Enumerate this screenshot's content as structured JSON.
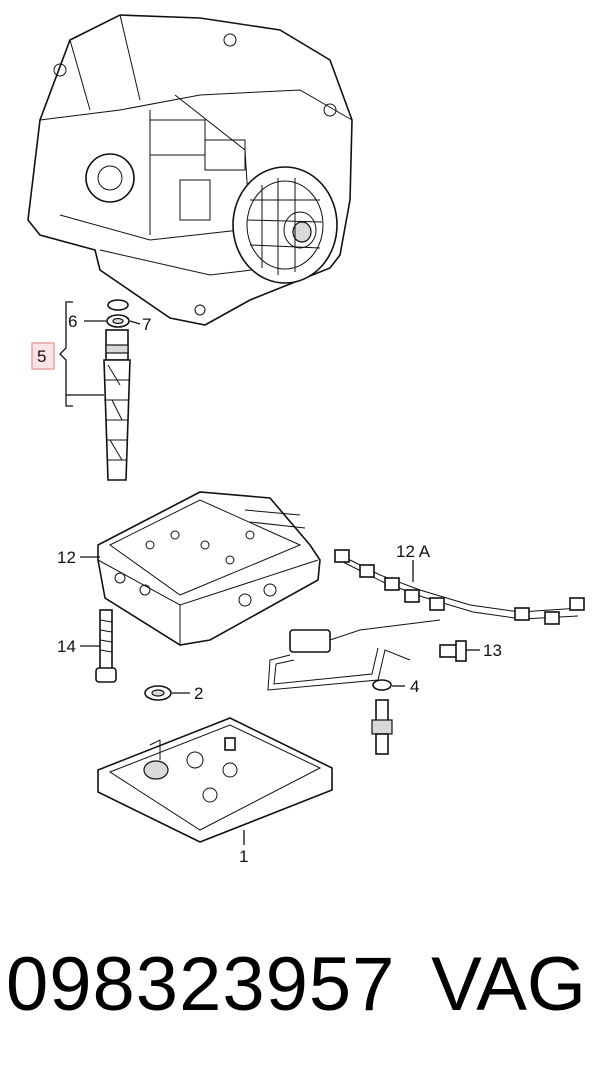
{
  "diagram": {
    "callouts": [
      {
        "id": "1",
        "label": "1"
      },
      {
        "id": "2",
        "label": "2"
      },
      {
        "id": "4",
        "label": "4"
      },
      {
        "id": "5",
        "label": "5"
      },
      {
        "id": "6",
        "label": "6"
      },
      {
        "id": "7",
        "label": "7"
      },
      {
        "id": "12",
        "label": "12"
      },
      {
        "id": "12A",
        "label": "12 A"
      },
      {
        "id": "13",
        "label": "13"
      },
      {
        "id": "14",
        "label": "14"
      }
    ],
    "highlight_color": "#e8a0a6",
    "highlight_fill": "#fbe3e5"
  },
  "caption": {
    "part_number": "098323957",
    "brand": "VAG"
  }
}
